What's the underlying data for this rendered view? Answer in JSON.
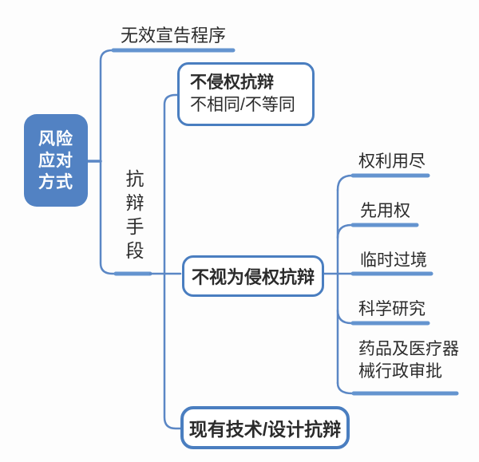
{
  "colors": {
    "line-thin": "#5b87c5",
    "line-thick": "#6494cf",
    "box-border": "#4a7ec0",
    "root-fill": "#5282c3",
    "text": "#2b2b2b",
    "bg": "#fdfdfd"
  },
  "diagram": {
    "root": {
      "lines": [
        "风险",
        "应对",
        "方式"
      ]
    },
    "branches": {
      "invalidation": "无效宣告程序",
      "defense": "抗辩手段"
    },
    "nodes": {
      "non_infringement": {
        "title": "不侵权抗辩",
        "subtitle": "不相同/不等同"
      },
      "not_deemed": {
        "title": "不视为侵权抗辩"
      },
      "prior_art": {
        "title": "现有技术/设计抗辩"
      }
    },
    "leaves": [
      "权利用尽",
      "先用权",
      "临时过境",
      "科学研究",
      "药品及医疗器械行政审批"
    ]
  }
}
